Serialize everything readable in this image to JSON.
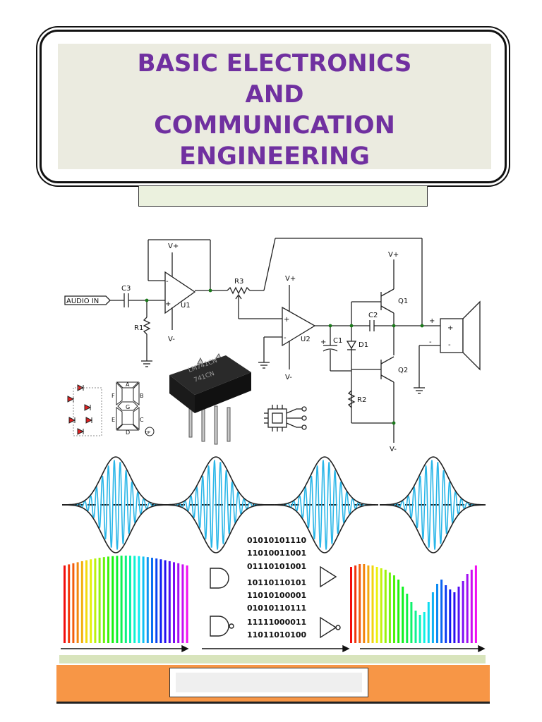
{
  "title": {
    "line1": "BASIC ELECTRONICS",
    "line2": "AND",
    "line3": "COMMUNICATION ENGINEERING"
  },
  "circuit": {
    "audio_in": "AUDIO IN",
    "c3": "C3",
    "r1": "R1",
    "u1": "U1",
    "r3": "R3",
    "u2": "U2",
    "c1": "C1",
    "d1": "D1",
    "c2": "C2",
    "q1": "Q1",
    "q2": "Q2",
    "r2": "R2",
    "vplus": "V+",
    "vminus": "V-",
    "plus": "+",
    "minus": "-"
  },
  "ic_chip": {
    "line1": "LM741CN",
    "line2": "741CN"
  },
  "seven_segment": {
    "segments": [
      "A",
      "B",
      "C",
      "D",
      "E",
      "F",
      "G"
    ],
    "dp": "DP"
  },
  "binary": [
    "01010101110",
    "11010011001",
    "01110101001",
    "10110110101",
    "11010100001",
    "01010110111",
    "11111000011",
    "11011010100"
  ],
  "colors": {
    "title": "#7030a0",
    "title_bg": "#ebebe0",
    "subtitle_bg": "#ebf1de",
    "wave": "#29b6e8",
    "orange": "#f79646"
  }
}
